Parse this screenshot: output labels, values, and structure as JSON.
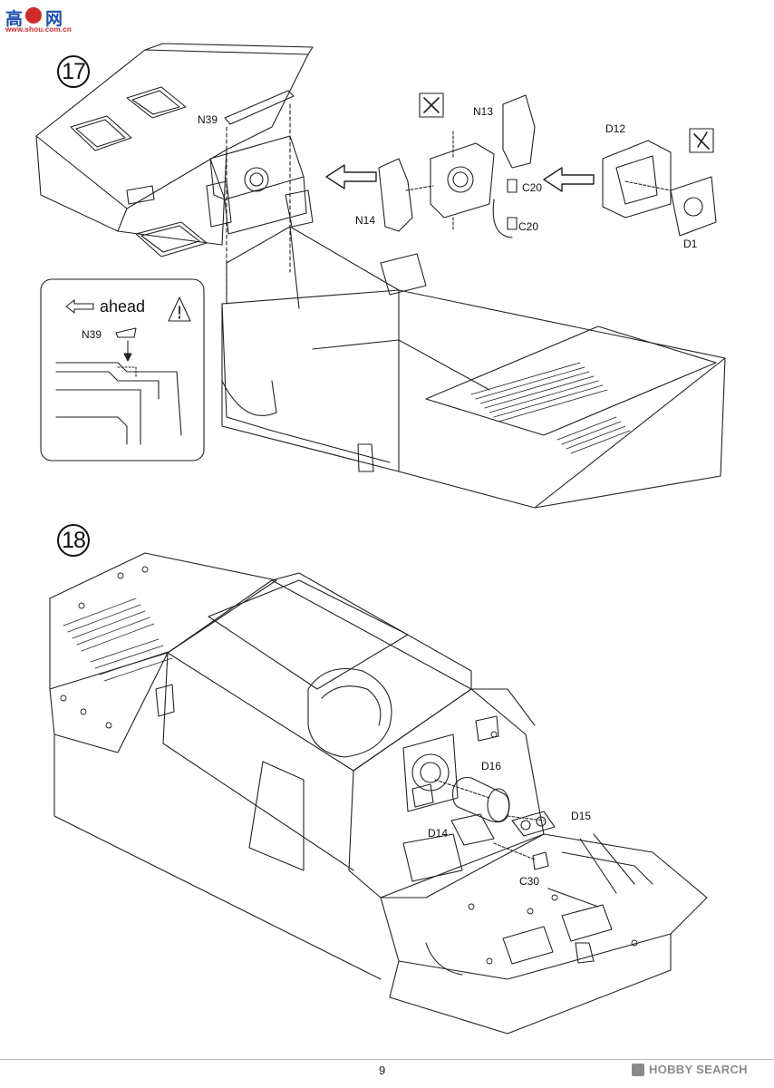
{
  "watermark": {
    "site_glyphs": "高",
    "site_name": "网",
    "site_url": "www.shou.com.cn"
  },
  "steps": [
    {
      "number": "17"
    },
    {
      "number": "18"
    }
  ],
  "step17": {
    "parts": [
      "N39",
      "N13",
      "D12",
      "N14",
      "C20",
      "C20",
      "D1"
    ],
    "inset": {
      "direction_label": "ahead",
      "part": "N39"
    }
  },
  "step18": {
    "parts": [
      "D16",
      "D15",
      "D14",
      "C30"
    ]
  },
  "footer": {
    "page_number": "9",
    "brand": "HOBBY SEARCH"
  },
  "icons": [
    "arrow-left-icon",
    "warning-icon",
    "glue-icon",
    "cut-icon"
  ],
  "colors": {
    "line": "#222222",
    "watermark_blue": "#1a4fb0",
    "watermark_red": "#d12a2a",
    "brand_gray": "#8a8a8a"
  }
}
